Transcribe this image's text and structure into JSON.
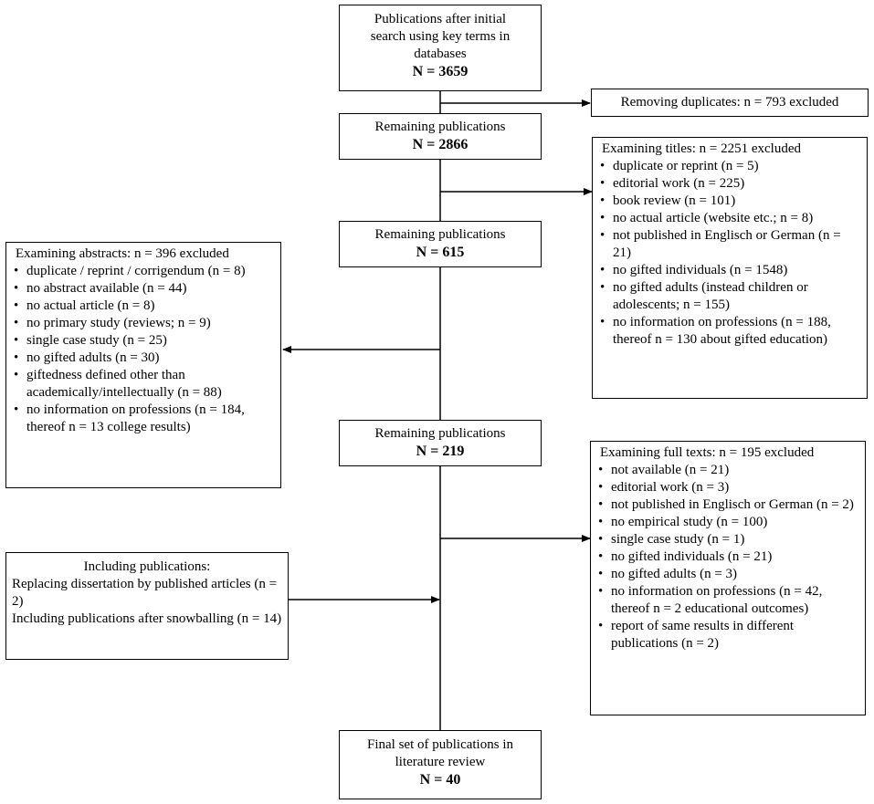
{
  "main_flow": {
    "initial": {
      "lines": [
        "Publications after initial",
        "search using key terms in",
        "databases"
      ],
      "n": "N = 3659"
    },
    "remaining_1": {
      "label": "Remaining publications",
      "n": "N = 2866"
    },
    "remaining_2": {
      "label": "Remaining publications",
      "n": "N = 615"
    },
    "remaining_3": {
      "label": "Remaining publications",
      "n": "N = 219"
    },
    "final": {
      "lines": [
        "Final set of publications in",
        "literature review"
      ],
      "n": "N = 40"
    }
  },
  "side_boxes": {
    "duplicates": {
      "text": "Removing duplicates: n = 793 excluded"
    },
    "titles": {
      "heading": "Examining titles: n = 2251 excluded",
      "items": [
        "duplicate or reprint (n = 5)",
        "editorial work (n = 225)",
        "book review (n = 101)",
        "no actual article (website etc.; n = 8)",
        "not published in Englisch or German (n = 21)",
        "no gifted individuals (n = 1548)",
        "no gifted adults (instead children or adolescents; n = 155)",
        "no information on professions (n = 188, thereof n = 130 about gifted education)"
      ]
    },
    "abstracts": {
      "heading": "Examining abstracts: n = 396 excluded",
      "items": [
        "duplicate / reprint / corrigendum (n = 8)",
        "no abstract available (n = 44)",
        "no actual article (n = 8)",
        "no primary study (reviews; n = 9)",
        "single case study (n = 25)",
        "no gifted adults (n = 30)",
        "giftedness defined other than academically/intellectually (n = 88)",
        "no information on professions (n = 184, thereof n = 13 college results)"
      ]
    },
    "full_texts": {
      "heading": "Examining full texts: n = 195 excluded",
      "items": [
        "not available (n = 21)",
        "editorial work (n = 3)",
        "not published in Englisch or German (n = 2)",
        "no empirical study (n = 100)",
        "single case study (n = 1)",
        "no gifted individuals (n = 21)",
        "no gifted adults (n = 3)",
        "no information on professions (n = 42, thereof n = 2 educational outcomes)",
        "report of same results in different publications (n = 2)"
      ]
    },
    "including": {
      "heading": "Including publications:",
      "lines": [
        "Replacing dissertation by published articles (n = 2)",
        "Including publications after snowballing (n = 14)"
      ]
    }
  }
}
